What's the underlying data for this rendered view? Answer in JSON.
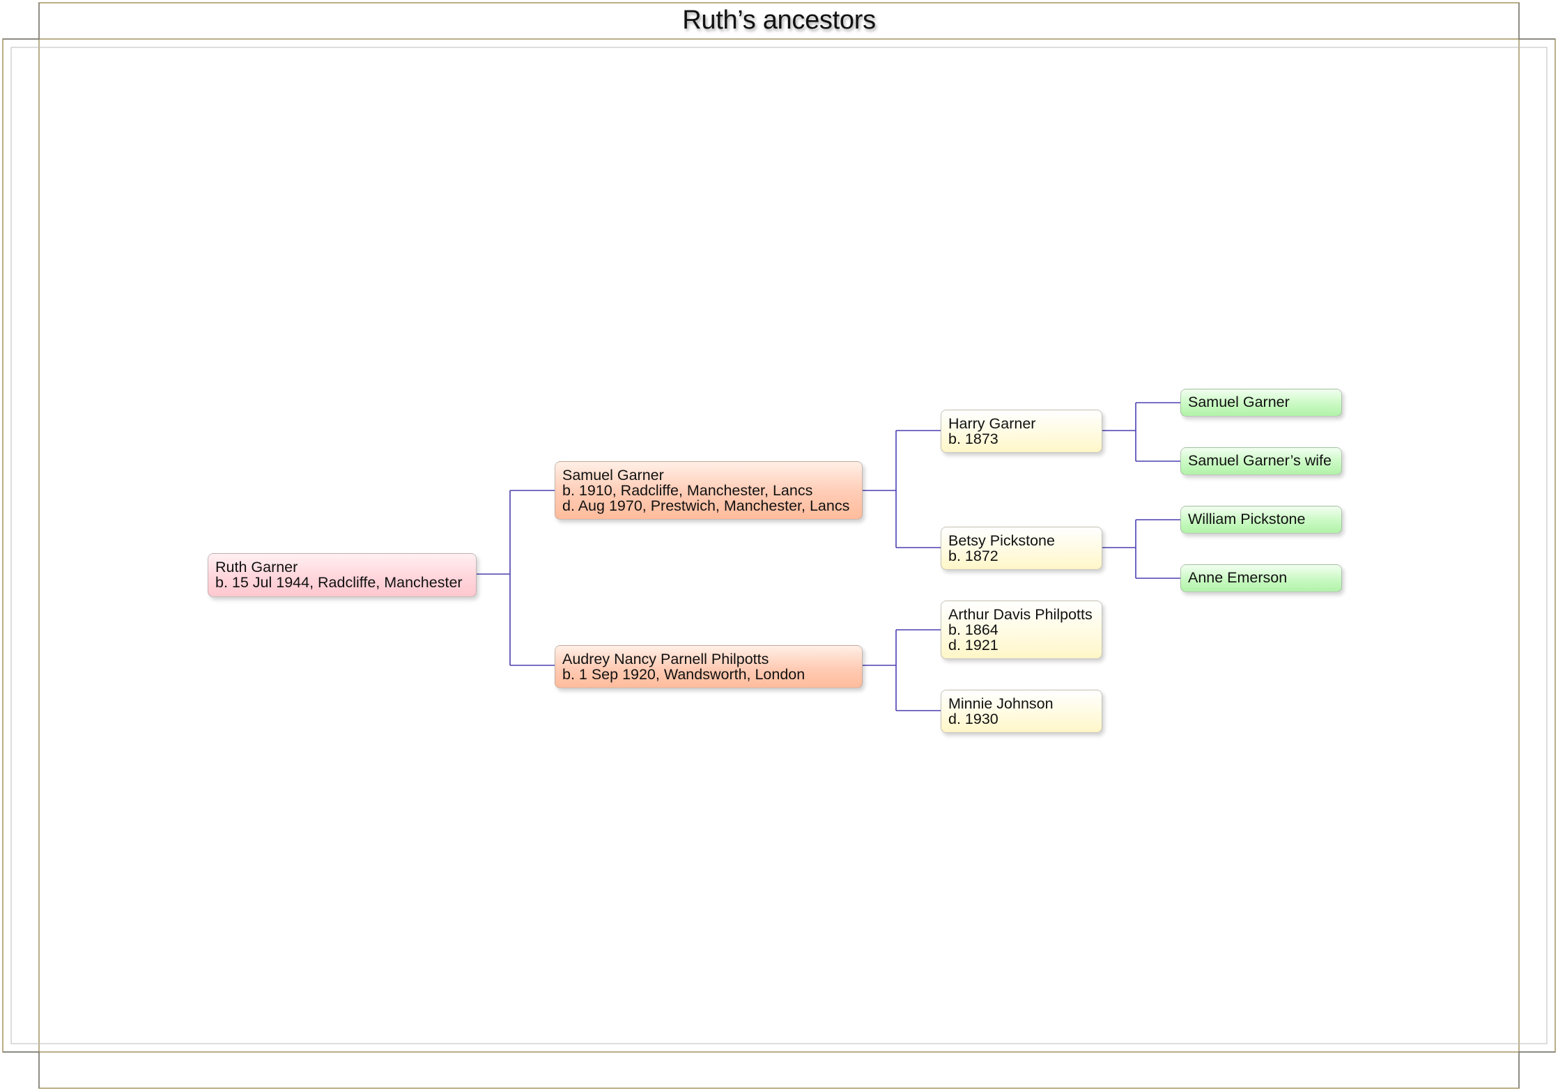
{
  "title": "Ruth’s ancestors",
  "colors": {
    "connector": "#4a3fb0",
    "frame": "#a89a6a",
    "gen0": "#ffd6dc",
    "gen1": "#ffcbb4",
    "gen2": "#fffbe2",
    "gen3": "#c9f9c3"
  },
  "people": {
    "ruth": {
      "name": "Ruth Garner",
      "line2": "b. 15 Jul 1944, Radcliffe, Manchester"
    },
    "samuel_sr": {
      "name": "Samuel Garner",
      "line2": "b. 1910, Radcliffe, Manchester, Lancs",
      "line3": "d. Aug 1970, Prestwich, Manchester, Lancs"
    },
    "audrey": {
      "name": "Audrey Nancy Parnell Philpotts",
      "line2": "b. 1 Sep 1920, Wandsworth, London"
    },
    "harry": {
      "name": "Harry Garner",
      "line2": "b. 1873"
    },
    "betsy": {
      "name": "Betsy Pickstone",
      "line2": "b. 1872"
    },
    "arthur": {
      "name": "Arthur Davis Philpotts",
      "line2": "b. 1864",
      "line3": "d. 1921"
    },
    "minnie": {
      "name": "Minnie Johnson",
      "line2": "d. 1930"
    },
    "samuel_gg": {
      "name": "Samuel Garner"
    },
    "samuel_wife": {
      "name": "Samuel Garner’s wife"
    },
    "william": {
      "name": "William Pickstone"
    },
    "anne": {
      "name": "Anne Emerson"
    }
  }
}
